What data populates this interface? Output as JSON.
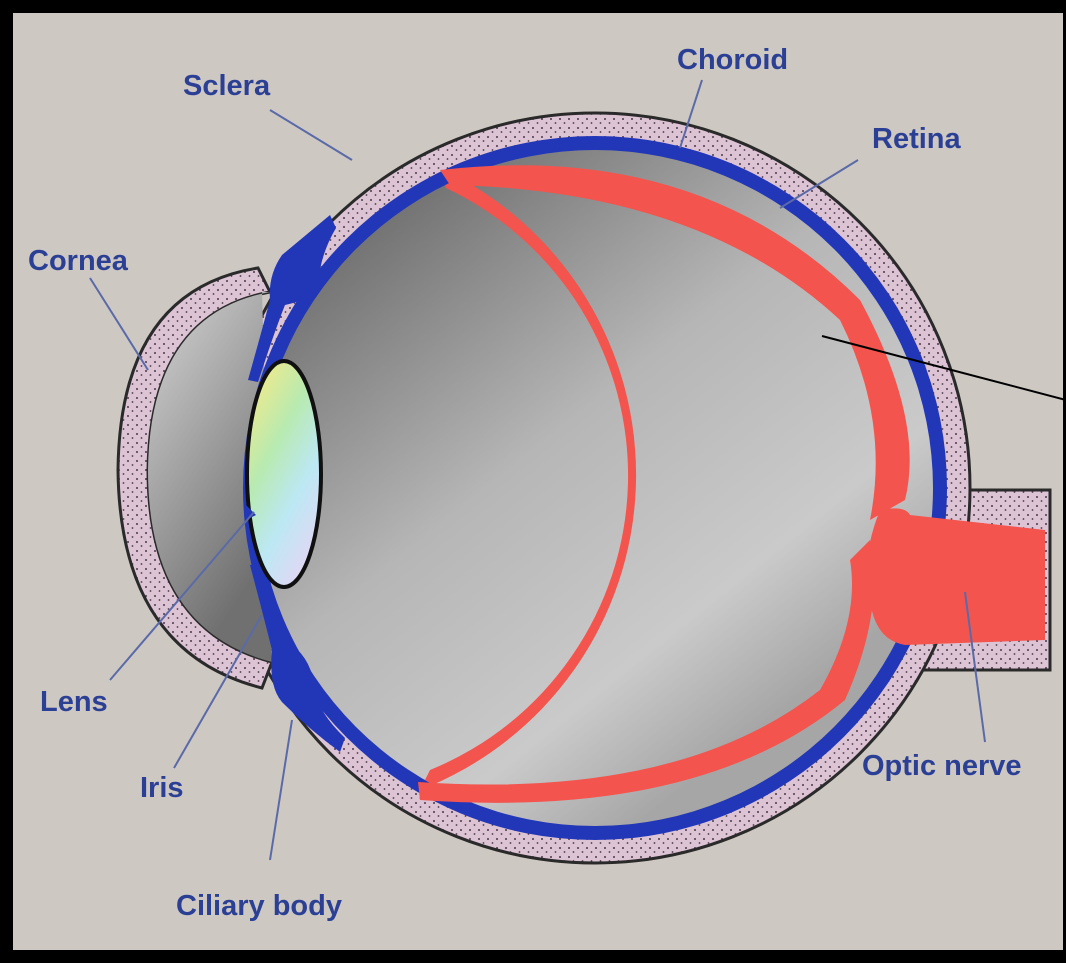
{
  "labels": {
    "sclera": "Sclera",
    "choroid": "Choroid",
    "retina": "Retina",
    "cornea": "Cornea",
    "lens": "Lens",
    "iris": "Iris",
    "ciliary_body": "Ciliary body",
    "optic_nerve": "Optic nerve"
  },
  "colors": {
    "background": "#cdc8c2",
    "frame": "#000000",
    "label_text": "#2b3f95",
    "sclera": "#dcc4d4",
    "choroid": "#2236b8",
    "retina": "#f4544e",
    "vitreous_light": "#c8c8c8",
    "vitreous_dark": "#787878",
    "pointer_line": "#5a6aa8"
  }
}
